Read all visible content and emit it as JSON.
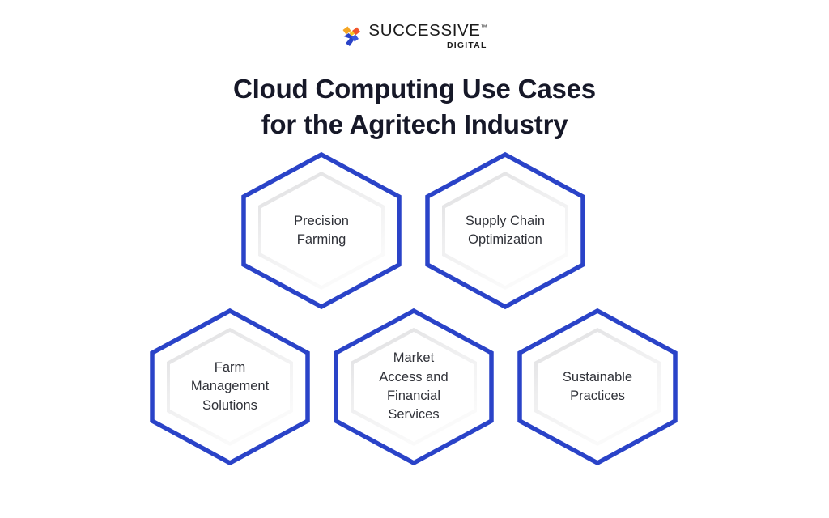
{
  "brand": {
    "name": "SUCCESSIVE",
    "trademark": "™",
    "subtitle": "DIGITAL",
    "mark_icon": "successive-arrow-mark-icon",
    "colors": {
      "mark_yellow": "#f5a623",
      "mark_orange": "#f2552c",
      "mark_blue": "#2a43c8",
      "wordmark": "#1b1b1b"
    }
  },
  "heading": {
    "line1": "Cloud Computing Use Cases",
    "line2": "for the Agritech Industry",
    "color": "#161828"
  },
  "palette": {
    "background": "#ffffff",
    "hex_outline": "#2a43c8",
    "hex_inner_fill": "#ffffff",
    "hex_shadow": "#e6e6e8",
    "hex_label": "#2f3138"
  },
  "hexagons": [
    {
      "id": "precision-farming",
      "label": "Precision\nFarming",
      "row": 1,
      "column": 1
    },
    {
      "id": "supply-chain-optimization",
      "label": "Supply Chain\nOptimization",
      "row": 1,
      "column": 2
    },
    {
      "id": "farm-management-solutions",
      "label": "Farm\nManagement\nSolutions",
      "row": 2,
      "column": 1
    },
    {
      "id": "market-access-financial",
      "label": "Market\nAccess and\nFinancial\nServices",
      "row": 2,
      "column": 2
    },
    {
      "id": "sustainable-practices",
      "label": "Sustainable\nPractices",
      "row": 2,
      "column": 3
    }
  ]
}
